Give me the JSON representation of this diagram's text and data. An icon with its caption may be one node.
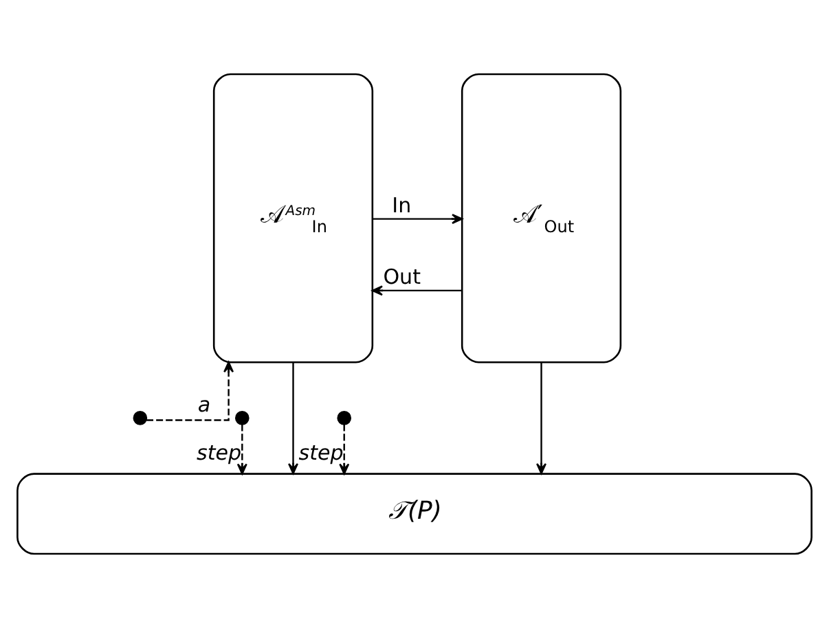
{
  "diagram": {
    "nodes": [
      {
        "text": [
          "𝒜$^{Asm}$$_{In}$"
        ]
      },
      {
        "text": [
          "𝒜′$_{Out}$"
        ]
      },
      {
        "text": [],
        "shape": "circle"
      },
      {
        "text": [],
        "shape": "circle"
      },
      {
        "text": [],
        "shape": "circle"
      },
      {
        "text": [
          "𝒯(P)"
        ]
      }
    ],
    "edges": [
      {
        "from": 0,
        "to": 1,
        "arrow": "to",
        "label": "In"
      },
      {
        "from": 0,
        "to": 5,
        "arrow": "to"
      },
      {
        "from": 1,
        "to": 0,
        "arrow": "to",
        "label": "Out"
      },
      {
        "from": 1,
        "to": 5,
        "arrow": "to"
      },
      {
        "from": 2,
        "to": 0,
        "arrow": "to",
        "label": "a",
        "style": "dashed"
      },
      {
        "from": 3,
        "to": 5,
        "arrow": "to",
        "label": "step",
        "style": "dashed"
      },
      {
        "from": 4,
        "to": 5,
        "arrow": "to",
        "label": "step",
        "style": "dashed"
      }
    ]
  }
}
